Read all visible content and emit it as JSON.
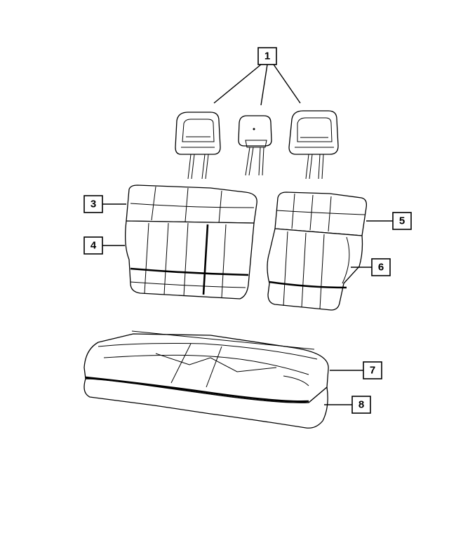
{
  "callouts": {
    "c1": "1",
    "c3": "3",
    "c4": "4",
    "c5": "5",
    "c6": "6",
    "c7": "7",
    "c8": "8"
  },
  "colors": {
    "line": "#000000",
    "background": "#ffffff"
  }
}
